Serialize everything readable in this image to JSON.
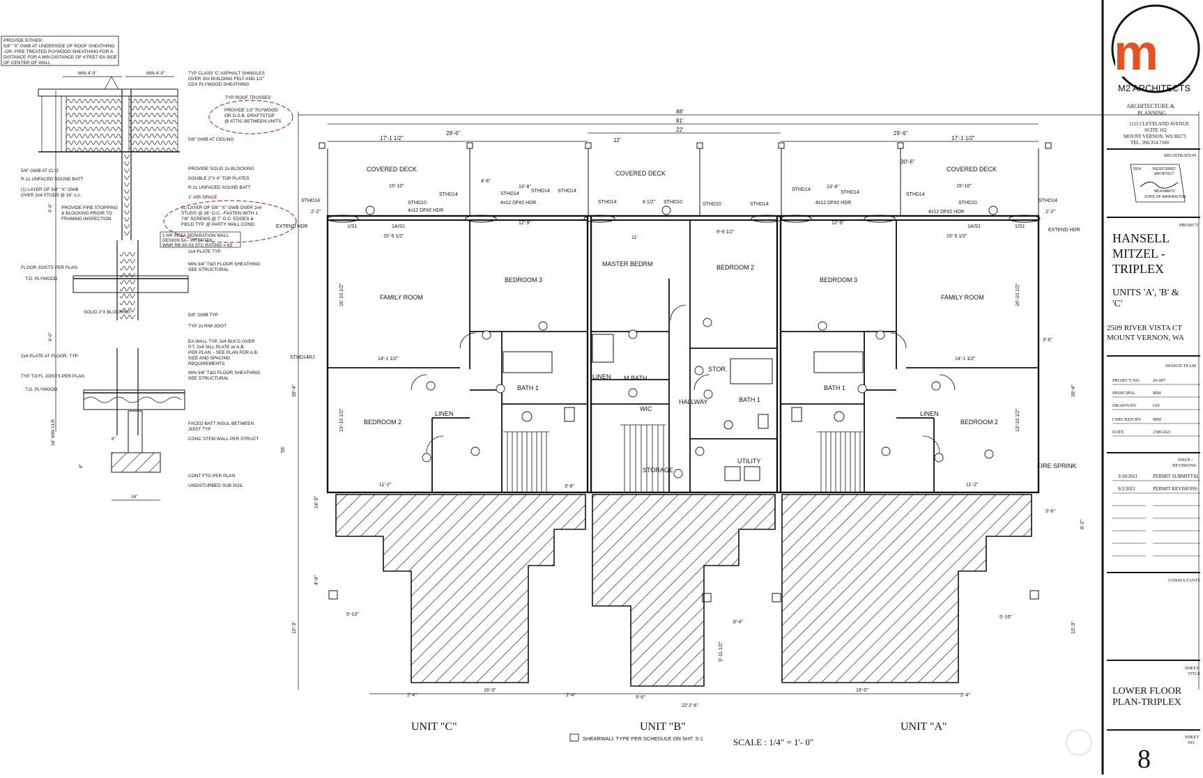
{
  "detail_notes": {
    "provide_box": [
      "PROVIDE EITHER:",
      "5/8\" \"X\" GWB AT UNDERSIDE OF ROOF SHEATHING",
      "-OR- FIRE TREATED PLYWOOD SHEATHING FOR A",
      "DISTANCE FOR A MIN DISTANCE OF 4 FEET EA SIDE",
      "OF CENTER OF WALL"
    ],
    "min_4_left": "MIN 4'-0\"",
    "min_4_right": "MIN 4'-0\"",
    "shingles": [
      "TYP CLASS 'C' ASPHALT SHINGLES",
      "OVER 30# BUILDING FELT AND 1/2\"",
      "CDX PLYWOOD SHEATHING"
    ],
    "roof_trusses": "TYP ROOF TRUSSES",
    "draftstop": [
      "PROVIDE 1/2\" PLYWOOD",
      "OR O.S.B. DRAFTSTOP",
      "@ ATTIC BETWEEN UNITS"
    ],
    "gwb_ceiling_right": "5/8\" GWB AT CEILING",
    "blocking": "PROVIDE SOLID 2x BLOCKING",
    "top_plates": "DOUBLE 2\"X 4\" TOP PLATES",
    "sound_batt_right": "R-11 UNFACED SOUND BATT",
    "air_space": "1\" AIR SPACE",
    "gwb_ceiling_left": "5/8\" GWB AT CL'G",
    "sound_batt_left": "R-11 UNFACED SOUND BATT",
    "layer_left": [
      "(1) LAYER OF 5/8\" \"X\" GWB",
      "OVER 2x4 STUDS @ 16\" o.c."
    ],
    "fire_stopping": [
      "PROVIDE FIRE STOPPING",
      "& BLOCKING PRIOR TO",
      "FRAMING INSPECTION"
    ],
    "layer_right": [
      "(1) LAYER OF 5/8\" \"X\" GWB OVER 2x4",
      "STUDS @ 16\" O.C.- FASTEN WITH 1",
      "7/8\" SCREWS @ 7\" O.C. EDGES &",
      "FIELD TYP. @ PARTY WALL COND."
    ],
    "separation": [
      "1 HR AREA SEPARATION WALL",
      "DESIGN 5A - INTERTEK",
      "WNR RB 60-03    STC RATING = 63"
    ],
    "plate_typ": "2x4 PLATE TYP",
    "floor_joists": "FLOOR JOISTS PER PLAN",
    "to_plywood_1": "T.O. PLYWOOD",
    "tg_sheathing_1": [
      "MIN 3/4\" T&G FLOOR SHEATHING",
      "SEE STRUCTURAL"
    ],
    "solid_block": "SOLID 2\"X BLOCKING",
    "gwb_typ": "5/8\" GWB TYP",
    "rim_joist": "TYP 2x RIM JOIST",
    "ea_wall": [
      "EA WALL TYP, 2x4 BLK'G OVER",
      "P.T. 2x4 SILL PLATE w/ A.B.",
      "PER PLAN. - SEE PLAN FOR A.B.",
      "SIZE AND SPACING",
      "REQUIREMENTS"
    ],
    "plate_at_floor": "2x4 PLATE AT FLOOR, TYP",
    "tji_joists": "TYP TJI FL JOISTS PER PLAN",
    "to_plywood_2": "T.O. PLYWOOD",
    "tg_sheathing_2": [
      "MIN 3/4\" T&G FLOOR SHEATHING",
      "SEE STRUCTURAL"
    ],
    "faced_batt": [
      "FACED BATT INSUL BETWEEN",
      "JOIST TYP"
    ],
    "stem_wall": "CONC STEM WALL PER STRUCT",
    "cont_ftg": "CONT FTG PER PLAN",
    "sub_soil": "UNDISTURBED SUB SOIL",
    "dim_9_0_top": "9'-0\"",
    "dim_9_0_mid": "9'-0\"",
    "dim_18_min_clr": "18\" MIN CLR",
    "dim_8": "8\"",
    "dim_8b": "8\"",
    "dim_16": "16\""
  },
  "plan": {
    "overall_dims": [
      "88'",
      "81'",
      "22'"
    ],
    "top_dims": {
      "c_17_1": "17'-1 1/2\"",
      "c_29_6": "29'-6\"",
      "b_12": "12'",
      "a_29_6": "29'-6\"",
      "a_17_1": "17'-1 1/2\"",
      "a_30_6": "30'-6\""
    },
    "rooms": {
      "covered_deck_c": "COVERED DECK",
      "covered_deck_b": "COVERED DECK",
      "covered_deck_a": "COVERED DECK",
      "family_room_c": "FAMILY ROOM",
      "family_room_a": "FAMILY ROOM",
      "bedroom3_c": "BEDROOM 3",
      "bedroom3_a": "BEDROOM 3",
      "bedroom2_c": "BEDROOM 2",
      "bedroom2_a": "BEDROOM 2",
      "bedroom2_b": "BEDROOM 2",
      "master_bedrm": "MASTER BEDRM",
      "m_bath": "M.BATH",
      "wic": "WIC",
      "hallway": "HALLWAY",
      "bath1_c": "BATH 1",
      "bath1_a": "BATH 1",
      "bath1_b": "BATH 1",
      "storage": "STORAGE",
      "utility": "UTILITY",
      "linen_c": "LINEN",
      "linen_a": "LINEN",
      "linen_b": "LINEN",
      "stor": "STOR.",
      "fire_sprink": "FIRE SPRINK"
    },
    "labels": {
      "sthd14": "STHD14",
      "sthd10": "STHD10",
      "sthd14rj": "STHD14RJ",
      "extend_hdr": "EXTEND HDR",
      "hdr_4x12": "4x12 DF#2 HDR",
      "one_s1": "1/S1",
      "one_a_s1": "1A/S1",
      "dim_15_10": "15'-10\"",
      "dim_13_8": "13'-8\"",
      "dim_12_9": "12'-9\"",
      "dim_15_5": "15'-5 1/2\"",
      "dim_16_10": "16'-10 1/2\"",
      "dim_13_10": "13'-10 1/2\"",
      "dim_14_1": "14'-1 1/2\"",
      "dim_11_2": "11'-2\"",
      "dim_39_4": "39'-4\"",
      "dim_55": "55'",
      "dim_15_3": "15'-3\"",
      "dim_16_0": "16'-0\"",
      "dim_2_4": "2'-4\"",
      "dim_5_10": "5'-10\"",
      "dim_4_9": "4'-9\"",
      "dim_9_0": "9'-0\"",
      "dim_8_4": "8'-4\"",
      "dim_9_11": "9'-11 1/2\"",
      "dim_11": "11'",
      "dim_9_9": "9'-9 1/2\"",
      "dim_8_1_2": "8 1/2\"",
      "dim_2_2": "2'-2\"",
      "dim_14_5": "14'-5\"",
      "dim_3_6": "3'-6\"",
      "dim_8_2": "8'-2\"",
      "dim_22": "22'",
      "dim_2_6": "2'-6\"",
      "dim_4_6": "4'-6\""
    },
    "unit_c": "UNIT \"C\"",
    "unit_b": "UNIT \"B\"",
    "unit_a": "UNIT \"A\"",
    "shearwall_note": "SHEARWALL TYPE PER SCHEDULE ON SHT. S-1",
    "scale": "SCALE :   1/4\" = 1'- 0\""
  },
  "title_block": {
    "logo_letter": "m",
    "firm": "M2 ARCHITECTS",
    "discipline": [
      "ARCHITECTURE &",
      "PLANNING"
    ],
    "address": [
      "1111 CLEVELAND AVENUE",
      "SUITE 102",
      "MOUNT VERNON, WA 98273",
      "TEL: 206.354.7100"
    ],
    "registration_label": "REGISTRATION",
    "stamp": [
      "5914",
      "REGISTERED",
      "ARCHITECT",
      "MILA MARTZ",
      "STATE OF WASHINGTON"
    ],
    "project_label": "PROJECT",
    "project_name": [
      "HANSELL",
      "MITZEL -",
      "TRIPLEX"
    ],
    "units": [
      "UNITS 'A', 'B' &",
      "'C'"
    ],
    "site": [
      "2509 RIVER VISTA CT",
      "MOUNT VERNON, WA"
    ],
    "design_team_label": "DESIGN TEAM",
    "info_rows": [
      {
        "label": "PROJECT NO.",
        "value": "20-007"
      },
      {
        "label": "PRINCIPAL",
        "value": "MM"
      },
      {
        "label": "DRAWN BY",
        "value": "GH"
      },
      {
        "label": "CHECKED BY",
        "value": "MM"
      },
      {
        "label": "DATE",
        "value": "2/08/2021"
      }
    ],
    "issue_label": [
      "ISSUE /",
      "REVISIONS"
    ],
    "revisions": [
      {
        "date": "3/10/2021",
        "desc": "PERMIT SUBMITTAL"
      },
      {
        "date": "9/2/2021",
        "desc": "PERMIT REVISIONS"
      }
    ],
    "consultants_label": "CONSULTANTS",
    "sheet_title_label": [
      "SHEET",
      "TITLE"
    ],
    "sheet_title": [
      "LOWER FLOOR",
      "PLAN-TRIPLEX"
    ],
    "sheet_no_label": [
      "SHEET",
      "NO."
    ],
    "sheet_no": "8"
  },
  "colors": {
    "ink": "#111111",
    "brand_orange": "#e8501c",
    "cloud": "#c0392b",
    "hatch": "#222222"
  }
}
